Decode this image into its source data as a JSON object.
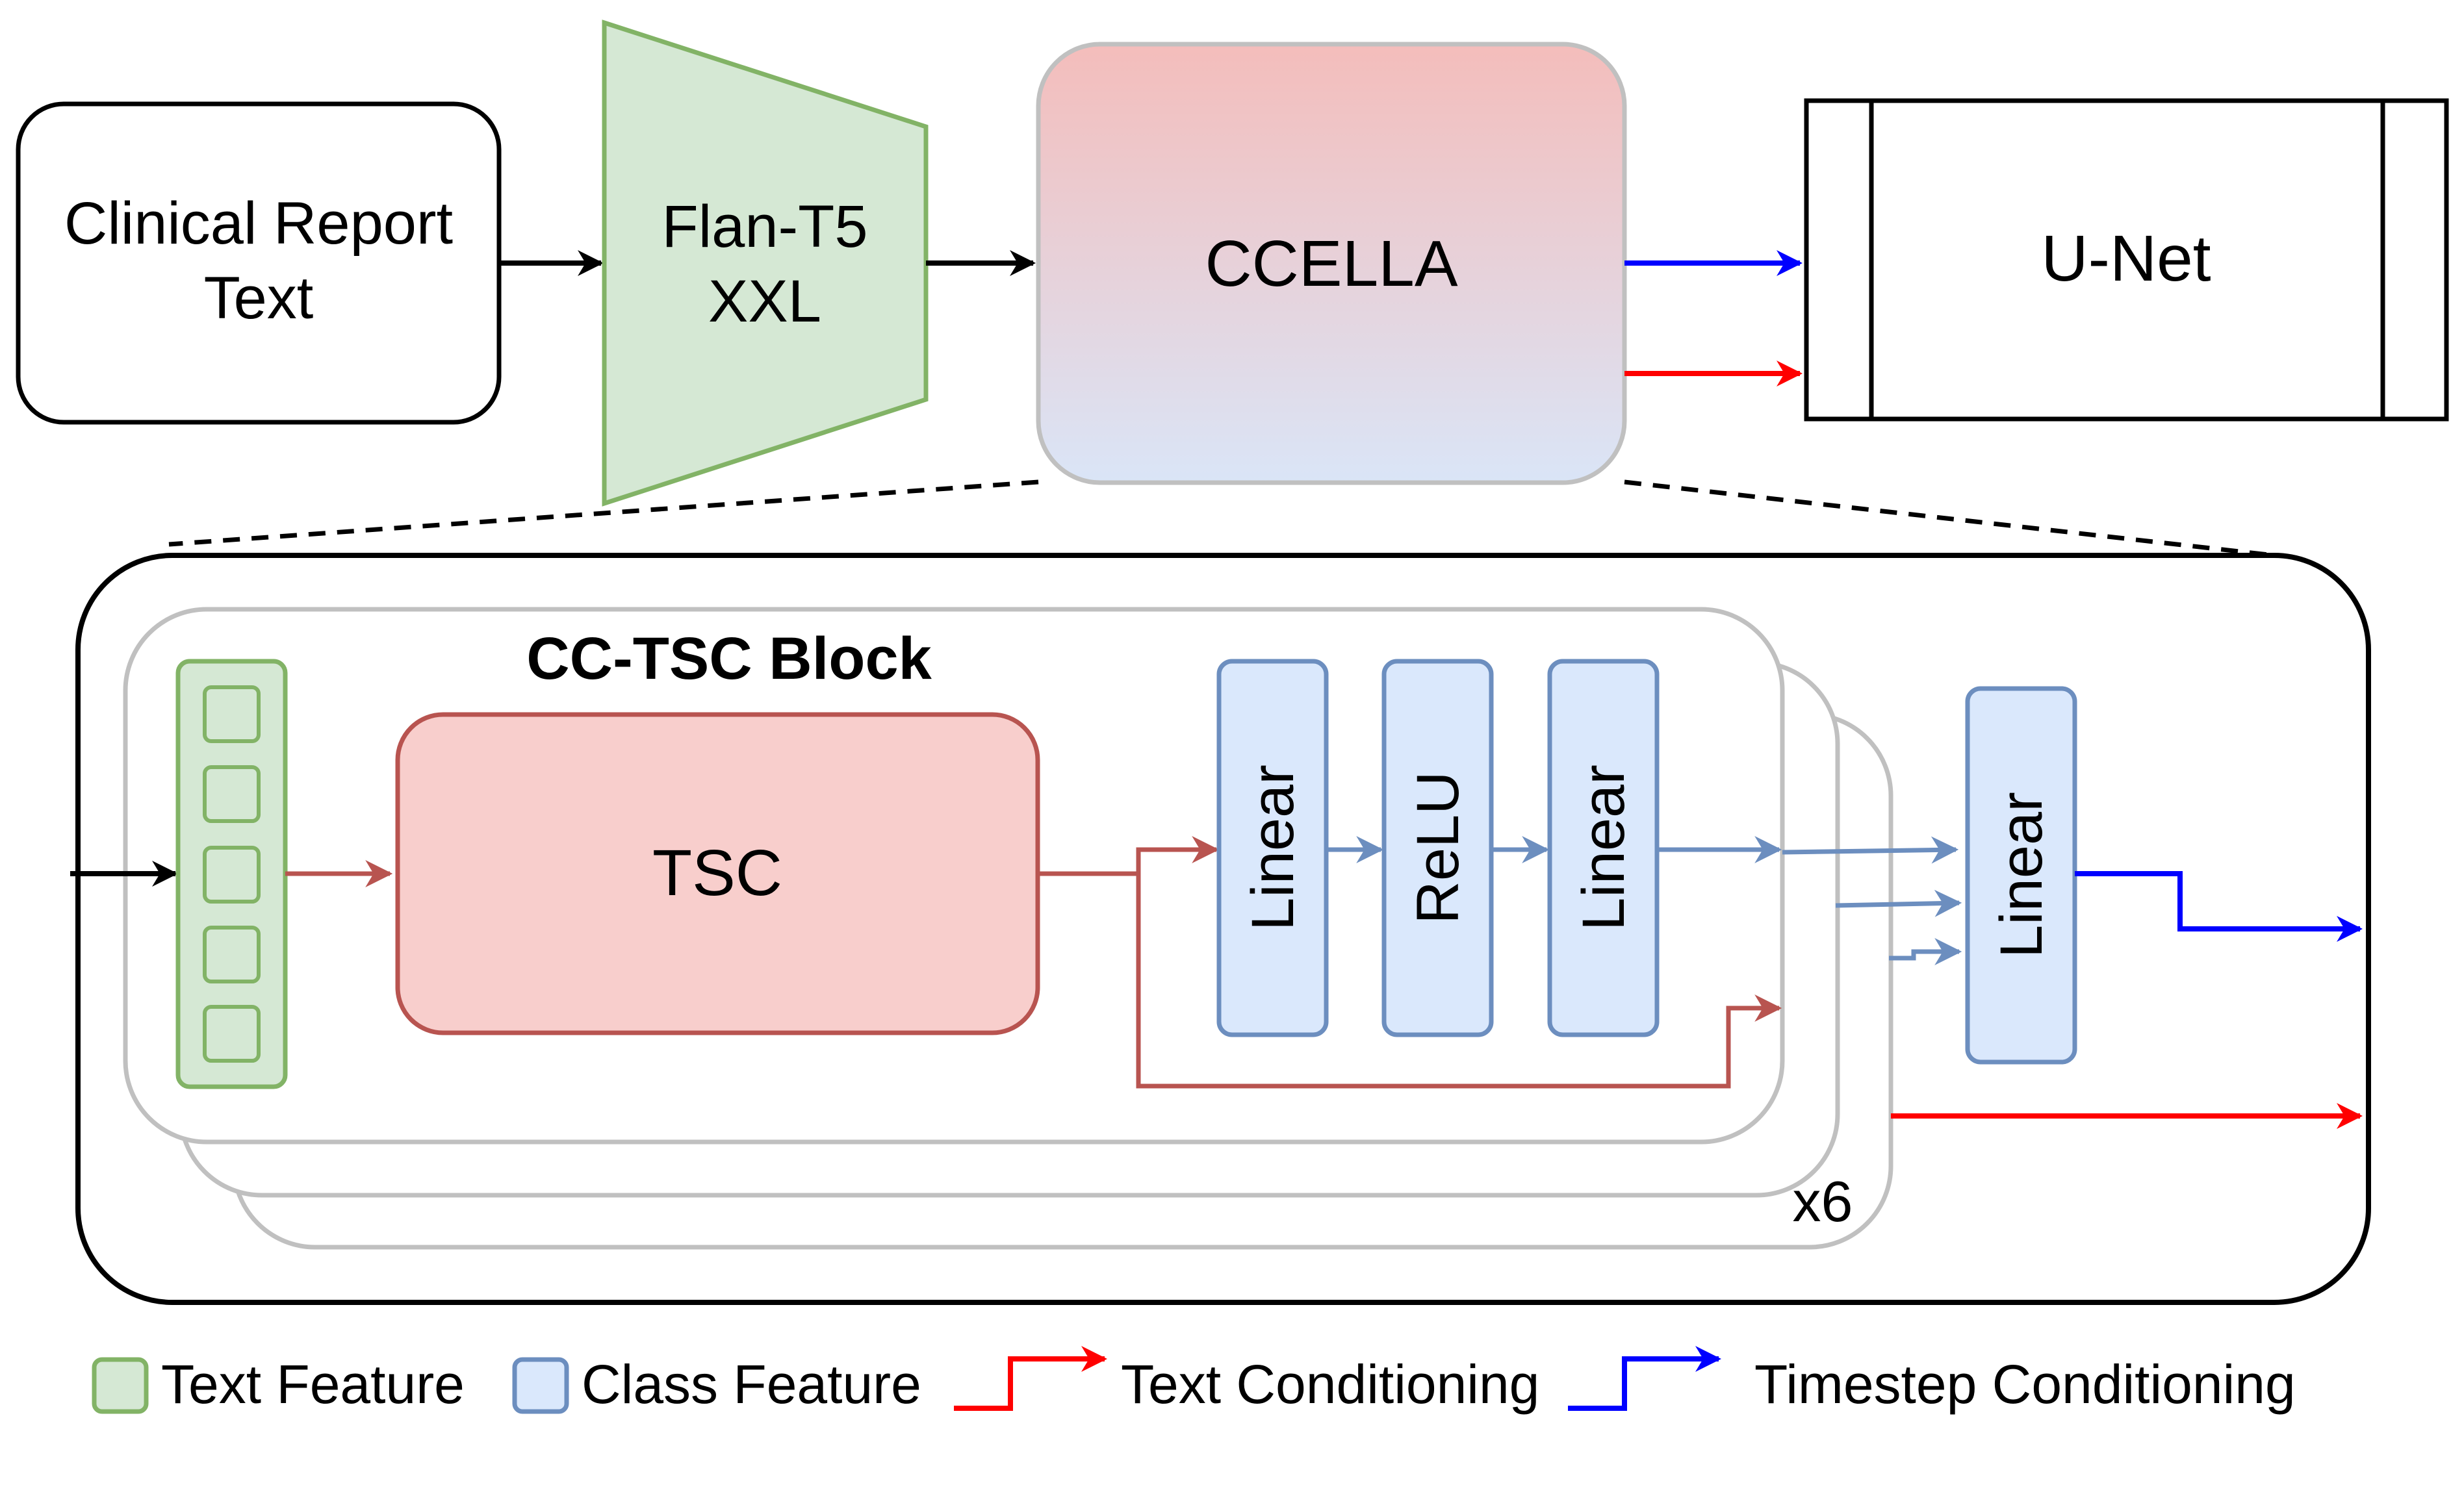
{
  "nodes": {
    "clinical_report_line1": "Clinical Report",
    "clinical_report_line2": "Text",
    "encoder_line1": "Flan-T5",
    "encoder_line2": "XXL",
    "ccella": "CCELLA",
    "unet": "U-Net"
  },
  "block": {
    "title": "CC-TSC Block",
    "tsc": "TSC",
    "layers": [
      "Linear",
      "ReLU",
      "Linear"
    ],
    "out_linear": "Linear",
    "repeat": "x6"
  },
  "legend": {
    "text_feature": "Text Feature",
    "class_feature": "Class Feature",
    "text_conditioning": "Text Conditioning",
    "timestep_conditioning": "Timestep Conditioning"
  },
  "colors": {
    "text_feature_fill": "#d5e8d4",
    "text_feature_stroke": "#82b366",
    "class_feature_fill": "#dae8fc",
    "class_feature_stroke": "#6c8ebf",
    "tsc_fill": "#f8cecc",
    "tsc_stroke": "#b85450",
    "text_conditioning": "#ff0000",
    "timestep_conditioning": "#0000ff"
  }
}
